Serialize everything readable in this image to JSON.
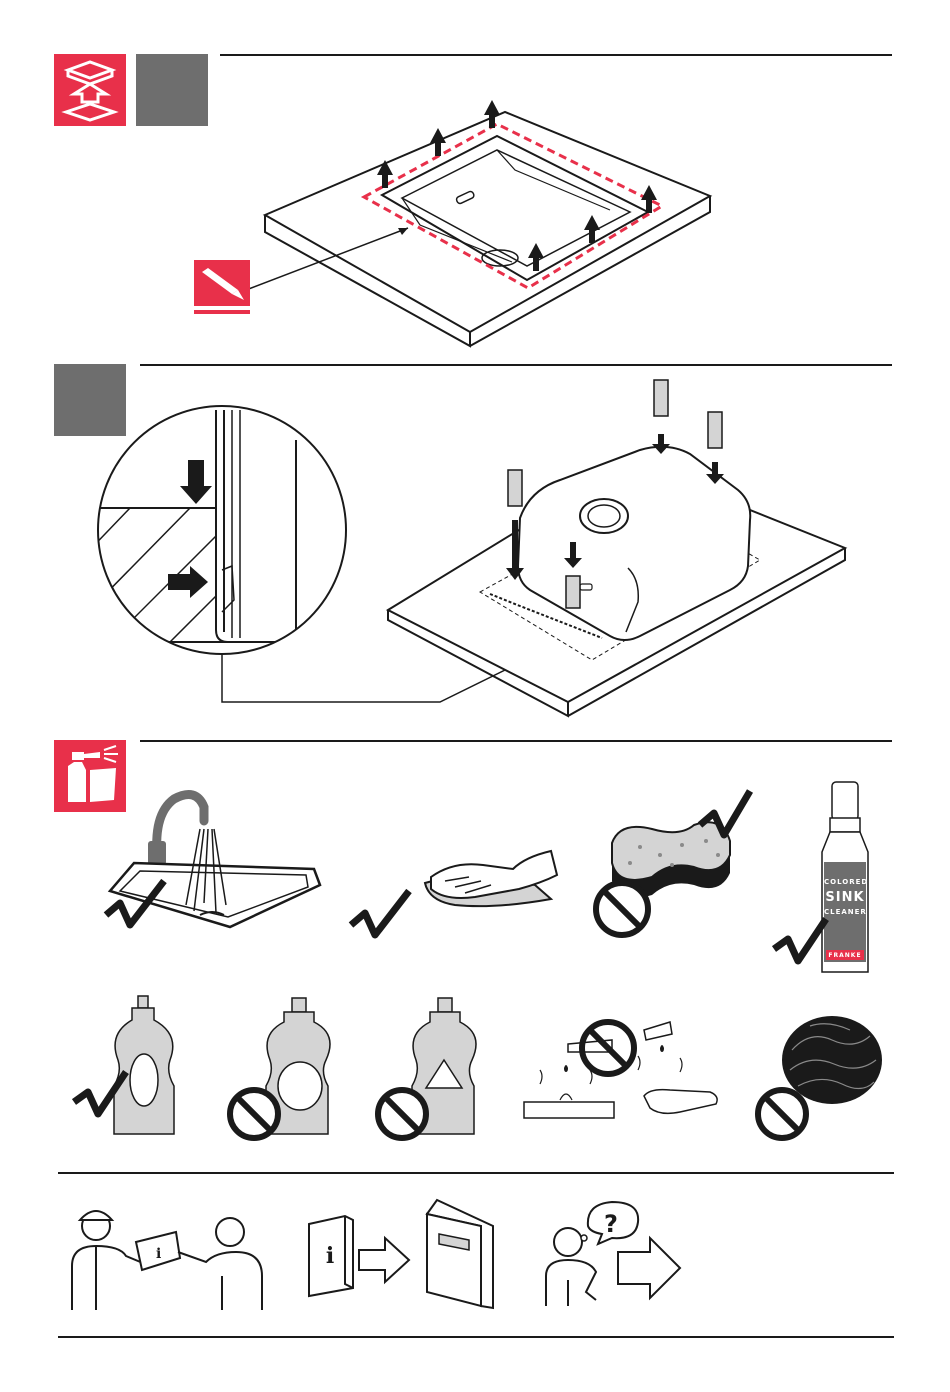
{
  "colors": {
    "accent": "#e8304a",
    "step_box": "#6e6e6e",
    "line": "#1a1a1a",
    "neutral_fill": "#d4d4d4"
  },
  "sections": {
    "removal": {
      "icons": [
        "lift-box-icon",
        "cutter-knife-icon"
      ]
    },
    "mounting": {
      "icons": [
        "mounting-clip-icon"
      ]
    },
    "cleaning": {
      "icons": [
        "spray-cloth-icon"
      ],
      "items": [
        {
          "name": "rinse-water",
          "verdict": "allowed"
        },
        {
          "name": "wipe-soft-cloth",
          "verdict": "allowed"
        },
        {
          "name": "sponge-soft-side",
          "verdict": "allowed"
        },
        {
          "name": "sponge-abrasive-side",
          "verdict": "prohibited"
        },
        {
          "name": "colored-sink-cleaner",
          "verdict": "allowed"
        },
        {
          "name": "mild-detergent",
          "verdict": "allowed"
        },
        {
          "name": "cream-cleaner",
          "verdict": "prohibited"
        },
        {
          "name": "aggressive-chemical",
          "verdict": "prohibited"
        },
        {
          "name": "acid-chemicals",
          "verdict": "prohibited"
        },
        {
          "name": "steel-wool",
          "verdict": "prohibited"
        }
      ]
    }
  },
  "bottle": {
    "line1": "COLORED",
    "line2": "SINK",
    "line3": "CLEANER",
    "brand": "FRANKE"
  },
  "info_icons": [
    "installer-user-icon",
    "manual-handover-icon",
    "ask-question-icon"
  ],
  "info_letter": "i"
}
